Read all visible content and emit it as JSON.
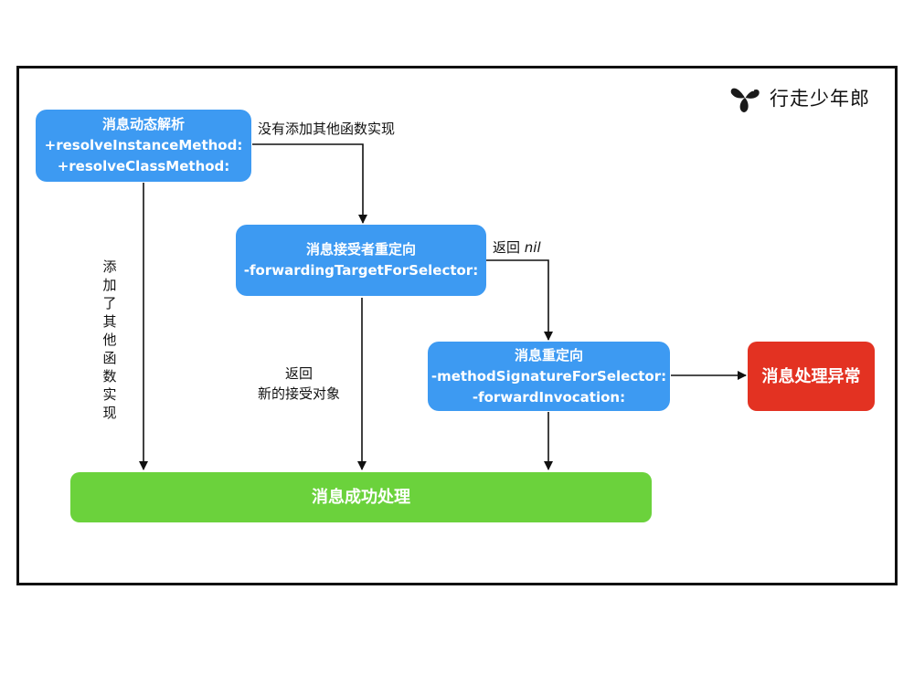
{
  "logo": {
    "text": "行走少年郎"
  },
  "nodes": {
    "resolve": {
      "title": "消息动态解析",
      "line1": "+resolveInstanceMethod:",
      "line2": "+resolveClassMethod:"
    },
    "forwarding": {
      "title": "消息接受者重定向",
      "line1": "-forwardingTargetForSelector:"
    },
    "redirect": {
      "title": "消息重定向",
      "line1": "-methodSignatureForSelector:",
      "line2": "-forwardInvocation:"
    },
    "success": {
      "title": "消息成功处理"
    },
    "exception": {
      "title": "消息处理异常"
    }
  },
  "edges": {
    "no_method_added": "没有添加其他函数实现",
    "return_prefix": "返回",
    "return_nil_value": "nil",
    "method_added_vertical": "添加了其他函数实现",
    "return_new_line1": "返回",
    "return_new_line2": "新的接受对象"
  },
  "colors": {
    "blue": "#3d9af2",
    "green": "#6bd23c",
    "red": "#e33222",
    "line": "#111111"
  }
}
